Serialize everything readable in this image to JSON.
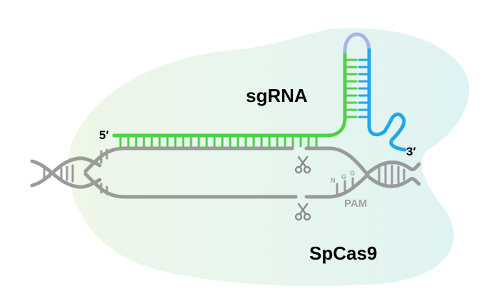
{
  "labels": {
    "sgrna": "sgRNA",
    "spcas9": "SpCas9",
    "five_prime": "5′",
    "three_prime": "3′",
    "pam": "PAM",
    "pam_n": "N",
    "pam_g1": "G",
    "pam_g2": "G"
  },
  "icons": {
    "cut_top": "scissors-icon",
    "cut_bottom": "scissors-icon"
  },
  "colors": {
    "protein_fill_start": "#eef6e6",
    "protein_fill_end": "#e2f4f3",
    "sgrna_green": "#4cd147",
    "sgrna_blue": "#1fa8e8",
    "loop_purple": "#a9b3e8",
    "dna_gray": "#9a9a9a",
    "text_dark": "#000000",
    "pam_gray": "#a3a3a3"
  }
}
